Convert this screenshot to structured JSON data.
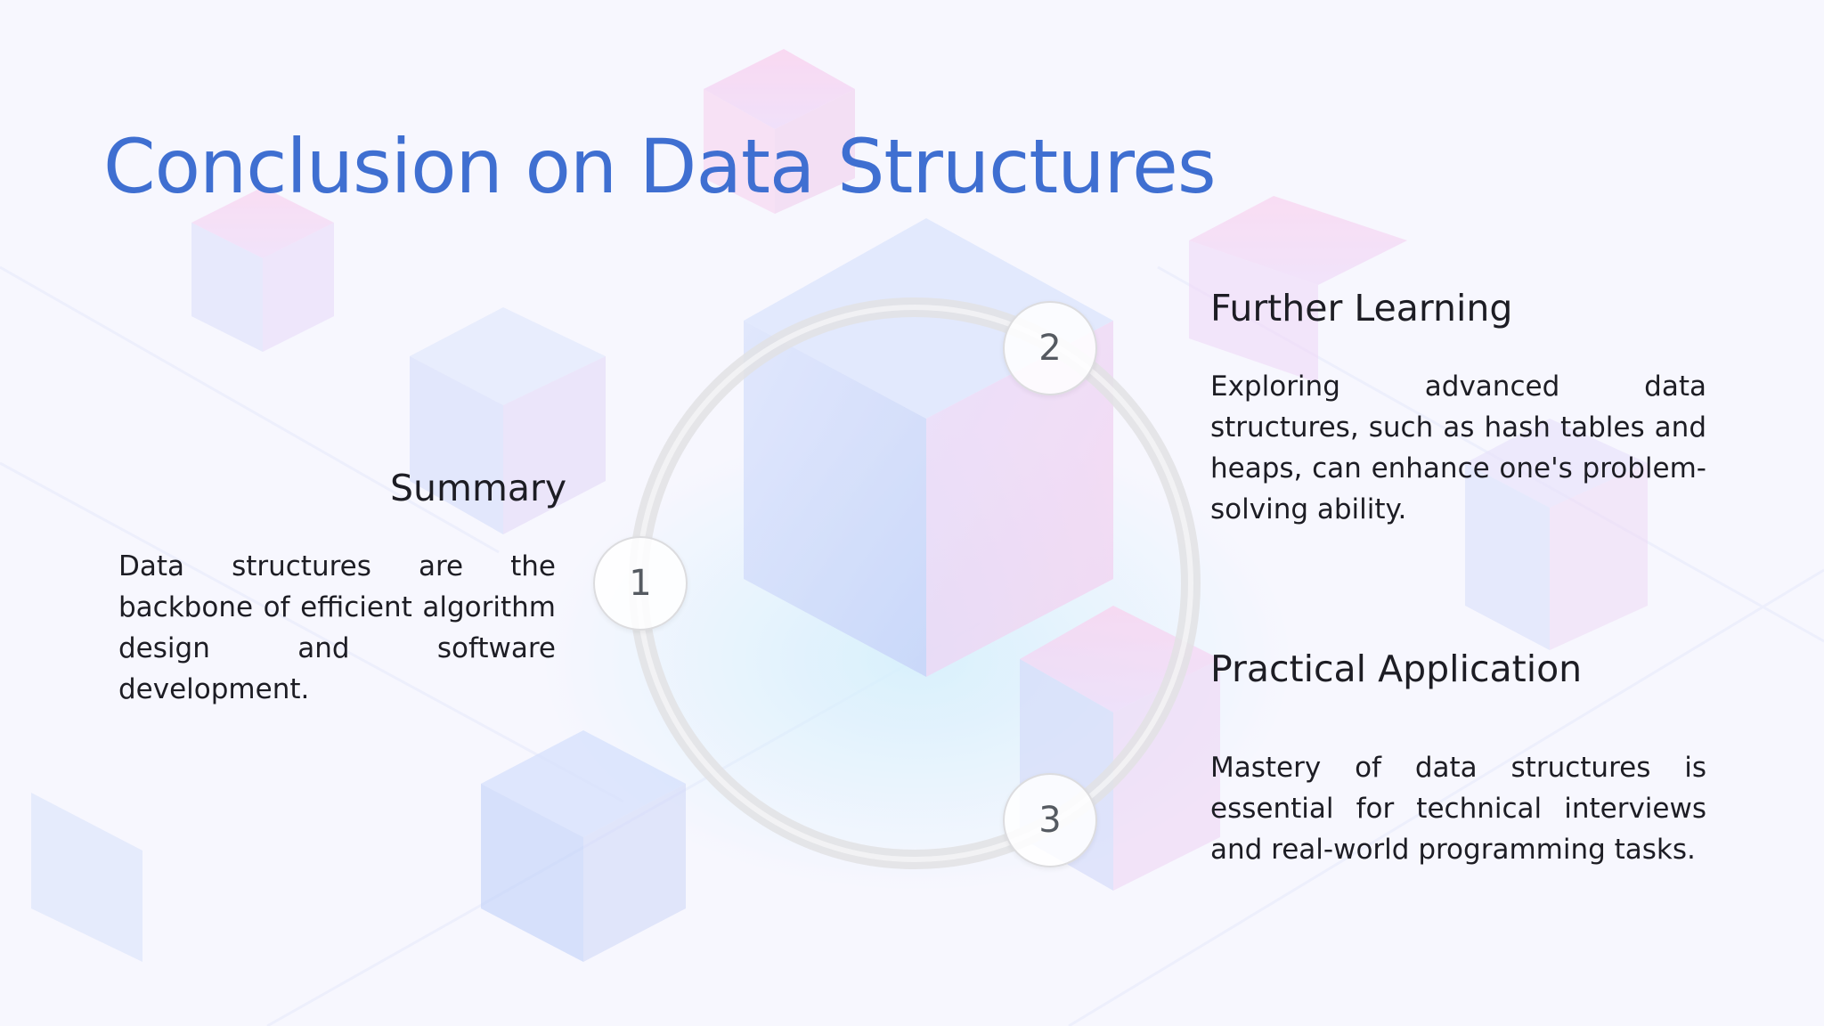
{
  "slide": {
    "title": "Conclusion on Data Structures"
  },
  "sections": [
    {
      "number": "1",
      "heading": "Summary",
      "body": "Data structures are the backbone of efficient algorithm design and software development."
    },
    {
      "number": "2",
      "heading": "Further Learning",
      "body": "Exploring advanced data structures, such as hash tables and heaps, can enhance one's problem-solving ability."
    },
    {
      "number": "3",
      "heading": "Practical Application",
      "body": "Mastery of data structures is essential for technical interviews and real-world programming tasks."
    }
  ],
  "colors": {
    "title": "#3f6fd1",
    "text": "#1d1d24",
    "ring": "#e2e2e4"
  }
}
